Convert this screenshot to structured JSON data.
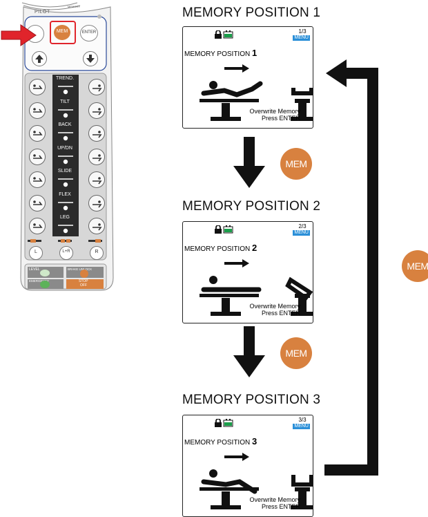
{
  "pendant": {
    "pilot_label": "PILOT",
    "memory_label": "MEMORY",
    "mem_button": "MEM",
    "enter_button": "ENTER",
    "rows": [
      {
        "name": "trend",
        "label": "TREND."
      },
      {
        "name": "tilt",
        "label": "TILT"
      },
      {
        "name": "back",
        "label": "BACK"
      },
      {
        "name": "updn",
        "label": "UP/DN"
      },
      {
        "name": "slide",
        "label": "SLIDE"
      },
      {
        "name": "flex",
        "label": "FLEX"
      },
      {
        "name": "leg",
        "label": "LEG"
      }
    ],
    "lr": [
      "L",
      "L+R",
      "R"
    ],
    "level_label": "LEVEL",
    "brake_label": "BRAKE UNLOCK",
    "emergency_label": "EMERGENCY",
    "stop_label": "STOP",
    "stop_sub": "OFF",
    "accent_color": "#d8813f",
    "highlight_color": "#e0242b"
  },
  "positions": [
    {
      "title": "MEMORY POSITION 1",
      "page": "1/3",
      "menu": "MENU",
      "label": "MEMORY POSITION",
      "number": "1",
      "line1": "Overwrite Memory",
      "line2": "Press ENTER"
    },
    {
      "title": "MEMORY POSITION 2",
      "page": "2/3",
      "menu": "MENU",
      "label": "MEMORY POSITION",
      "number": "2",
      "line1": "Overwrite Memory",
      "line2": "Press ENTER"
    },
    {
      "title": "MEMORY POSITION 3",
      "page": "3/3",
      "menu": "MENU",
      "label": "MEMORY POSITION",
      "number": "3",
      "line1": "Overwrite Memory",
      "line2": "Press ENTER"
    }
  ],
  "mem_badge": "MEM",
  "colors": {
    "mem_orange": "#d8813f",
    "menu_blue": "#2a8fd8",
    "battery_green": "#1a9e4a",
    "red_arrow": "#e0242b"
  }
}
